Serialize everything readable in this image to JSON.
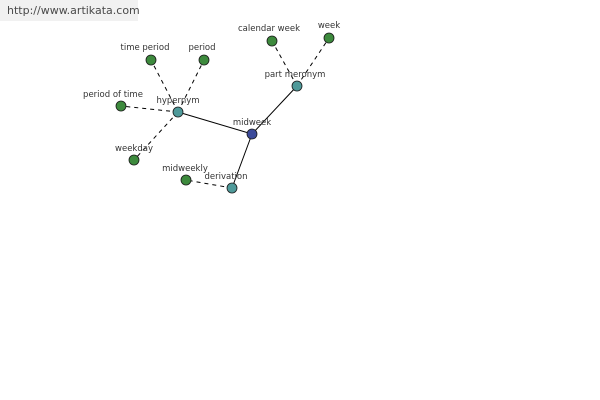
{
  "site": {
    "url": "http://www.artikata.com"
  },
  "colors": {
    "center": "#3b4a9a",
    "relation": "#4f9a9a",
    "term": "#3d8a3d",
    "edge": "#000000"
  },
  "graph": {
    "center": {
      "id": "midweek",
      "label": "midweek"
    },
    "relations": [
      {
        "id": "hypernym",
        "label": "hypernym"
      },
      {
        "id": "part-meronym",
        "label": "part meronym"
      },
      {
        "id": "derivation",
        "label": "derivation"
      }
    ],
    "terms": [
      {
        "id": "time-period",
        "label": "time period",
        "relation": "hypernym"
      },
      {
        "id": "period",
        "label": "period",
        "relation": "hypernym"
      },
      {
        "id": "period-of-time",
        "label": "period of time",
        "relation": "hypernym"
      },
      {
        "id": "weekday",
        "label": "weekday",
        "relation": "hypernym"
      },
      {
        "id": "calendar-week",
        "label": "calendar week",
        "relation": "part-meronym"
      },
      {
        "id": "week",
        "label": "week",
        "relation": "part-meronym"
      },
      {
        "id": "midweekly",
        "label": "midweekly",
        "relation": "derivation"
      }
    ]
  }
}
